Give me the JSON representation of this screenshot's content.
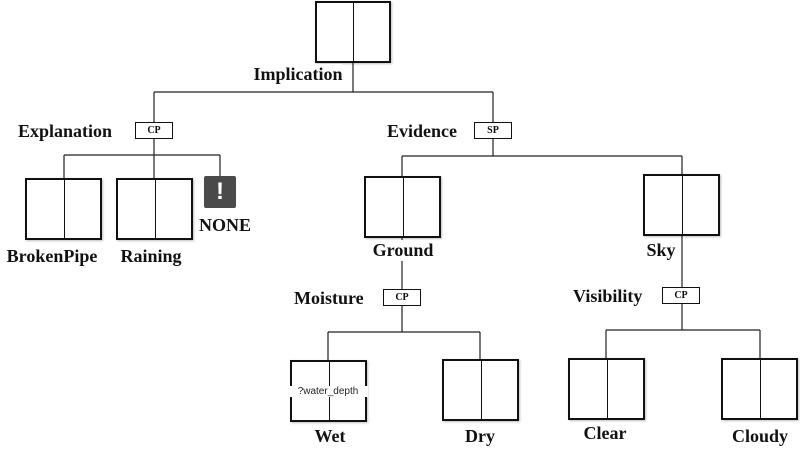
{
  "nodes": {
    "implication": "Implication",
    "explanation": "Explanation",
    "evidence": "Evidence",
    "brokenpipe": "BrokenPipe",
    "raining": "Raining",
    "none": "NONE",
    "ground": "Ground",
    "sky": "Sky",
    "moisture": "Moisture",
    "visibility": "Visibility",
    "wet": "Wet",
    "dry": "Dry",
    "clear": "Clear",
    "cloudy": "Cloudy"
  },
  "tags": {
    "explanation": "CP",
    "evidence": "SP",
    "moisture": "CP",
    "visibility": "CP"
  },
  "box_notes": {
    "wet": "?water_depth"
  },
  "icons": {
    "none_marker": "exclamation-icon",
    "none_marker_glyph": "!"
  }
}
